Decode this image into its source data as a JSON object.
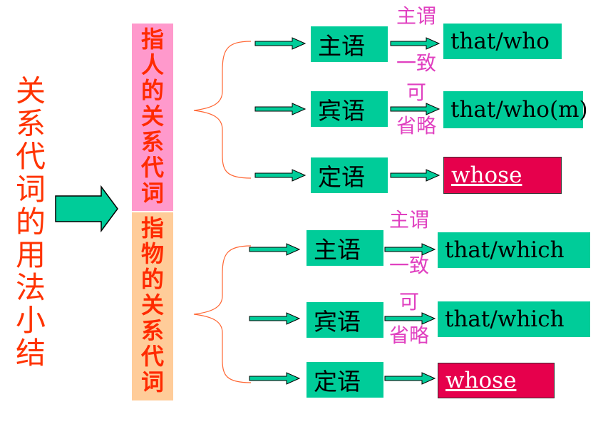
{
  "title_chars": [
    "关",
    "系",
    "代",
    "词",
    "的",
    "用",
    "法",
    "小",
    "结"
  ],
  "person": {
    "label_chars": [
      "指",
      "人",
      "的",
      "关",
      "系",
      "代",
      "词"
    ],
    "rows": [
      {
        "role": "主语",
        "note_top": "主谓",
        "note_bottom": "一致",
        "pronoun": "that/who",
        "style": "green"
      },
      {
        "role": "宾语",
        "note_top": "可",
        "note_bottom": "省略",
        "pronoun": "that/who(m)",
        "style": "green"
      },
      {
        "role": "定语",
        "note_top": "",
        "note_bottom": "",
        "pronoun": "whose",
        "style": "red"
      }
    ]
  },
  "thing": {
    "label_chars": [
      "指",
      "物",
      "的",
      "关",
      "系",
      "代",
      "词"
    ],
    "rows": [
      {
        "role": "主语",
        "note_top": "主谓",
        "note_bottom": "一致",
        "pronoun": "that/which",
        "style": "green"
      },
      {
        "role": "宾语",
        "note_top": "可",
        "note_bottom": "省略",
        "pronoun": "that/which",
        "style": "green"
      },
      {
        "role": "定语",
        "note_top": "",
        "note_bottom": "",
        "pronoun": "whose",
        "style": "red"
      }
    ]
  },
  "colors": {
    "title": "#ff3300",
    "box_green": "#00cc99",
    "box_red": "#e6004c",
    "note_pink": "#e040c0",
    "col_person": "#ff99cc",
    "col_thing": "#ffcc99"
  }
}
